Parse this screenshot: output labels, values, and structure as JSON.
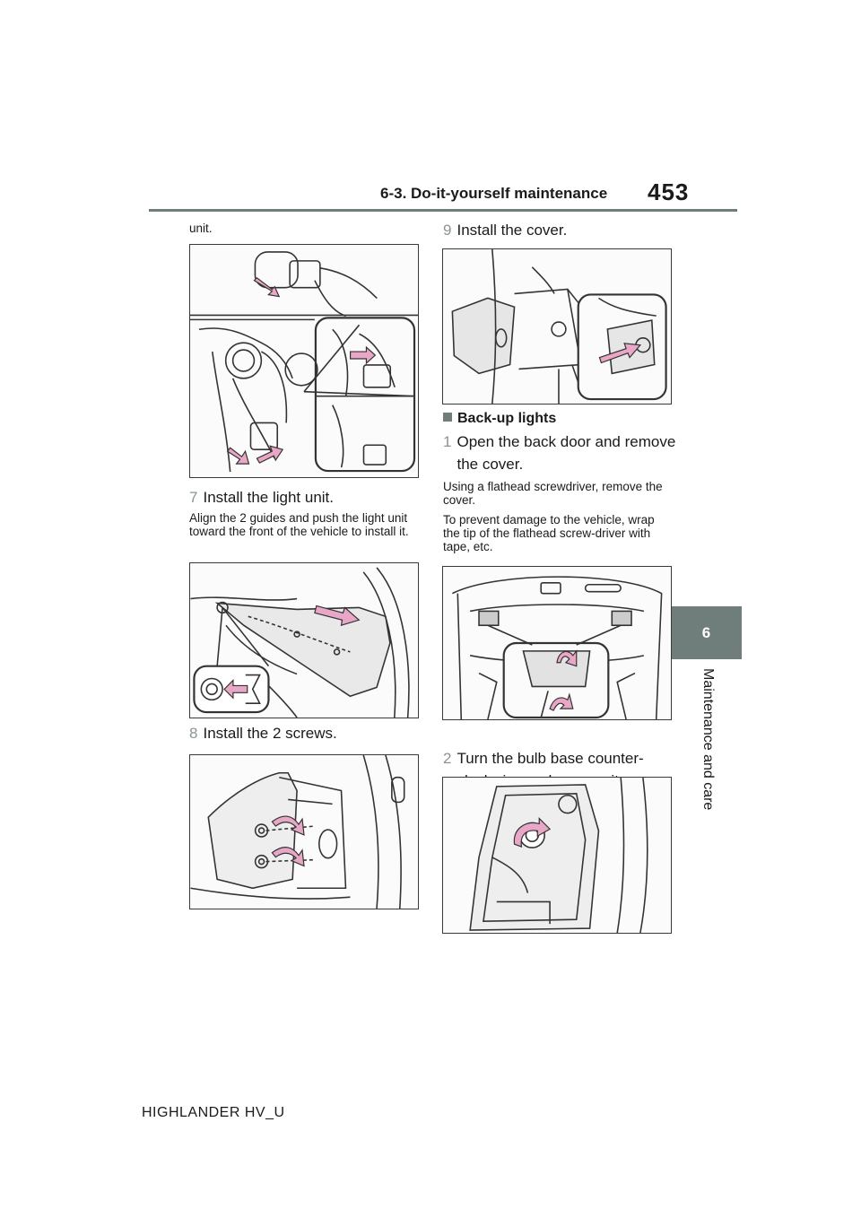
{
  "header": {
    "section_title": "6-3. Do-it-yourself maintenance",
    "page_number": "453"
  },
  "side_tab": {
    "chapter_number": "6",
    "chapter_label": "Maintenance and care"
  },
  "left_column": {
    "continued_text": "unit.",
    "step7": {
      "number": "7",
      "label": "Install the light unit."
    },
    "step7_note": "Align the 2 guides and push the light unit toward the front of the vehicle to install it.",
    "step8": {
      "number": "8",
      "label": "Install the 2 screws."
    }
  },
  "right_column": {
    "step9": {
      "number": "9",
      "label": "Install the cover."
    },
    "backup_heading": "Back-up lights",
    "step1": {
      "number": "1",
      "label": "Open the back door and remove the cover."
    },
    "step1_note_a": "Using a flathead screwdriver, remove the cover.",
    "step1_note_b": "To prevent damage to the vehicle, wrap the tip of the flathead screw-driver with tape, etc.",
    "step2": {
      "number": "2",
      "label": "Turn the bulb base counter-clockwise and remove it."
    }
  },
  "footer": {
    "model": "HIGHLANDER HV_U"
  },
  "colors": {
    "accent_gray": "#6f7d7b",
    "arrow_pink": "#e8a7c6",
    "step_number_gray": "#8a9593"
  }
}
